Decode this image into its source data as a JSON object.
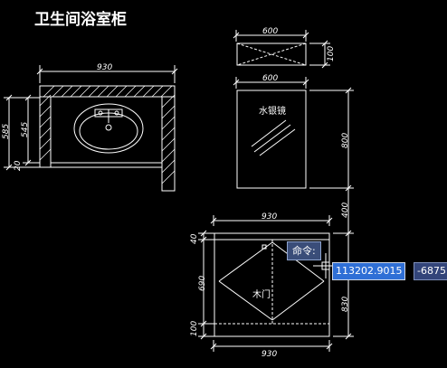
{
  "drawing": {
    "title": "卫生间浴室柜",
    "labels": {
      "mirror": "水银镜",
      "cabinet": "木门"
    },
    "dims": {
      "top_width": "930",
      "left_585": "585",
      "left_545": "545",
      "left_20": "20",
      "small_top": "600",
      "small_side": "100",
      "mirror_top": "600",
      "mirror_side": "800",
      "gap_side": "400",
      "cab_top": "930",
      "cab_bottom": "930",
      "cab_40": "40",
      "cab_690": "690",
      "cab_100": "100",
      "cab_830": "830"
    }
  },
  "command": {
    "prompt": "命令:",
    "x_value": "113202.9015",
    "y_value": "-6875"
  }
}
